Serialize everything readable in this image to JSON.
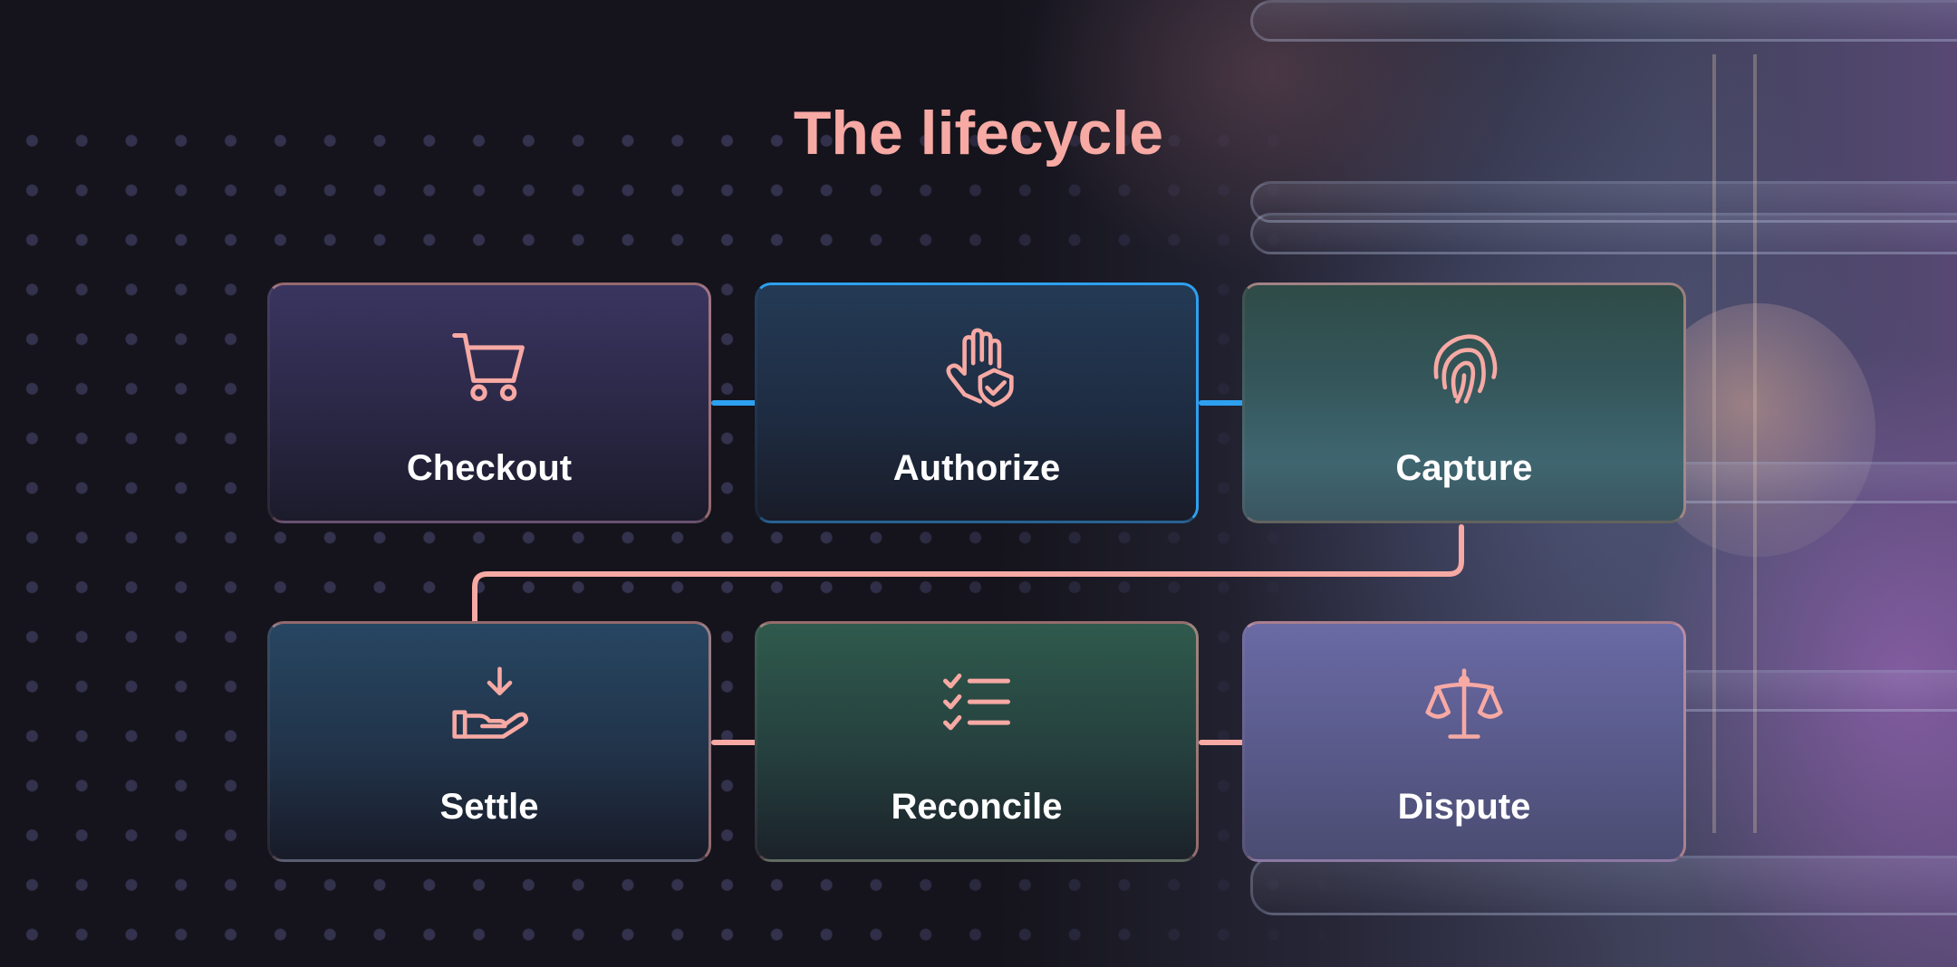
{
  "title": "The lifecycle",
  "colors": {
    "accent": "#f7a9a4",
    "blue_accent": "#2ea0f0",
    "label": "#ffffff",
    "background": "#15141c"
  },
  "steps": [
    {
      "label": "Checkout",
      "icon": "shopping-cart-icon"
    },
    {
      "label": "Authorize",
      "icon": "hand-shield-check-icon"
    },
    {
      "label": "Capture",
      "icon": "fingerprint-icon"
    },
    {
      "label": "Settle",
      "icon": "hand-receive-icon"
    },
    {
      "label": "Reconcile",
      "icon": "checklist-icon"
    },
    {
      "label": "Dispute",
      "icon": "scales-icon"
    }
  ]
}
